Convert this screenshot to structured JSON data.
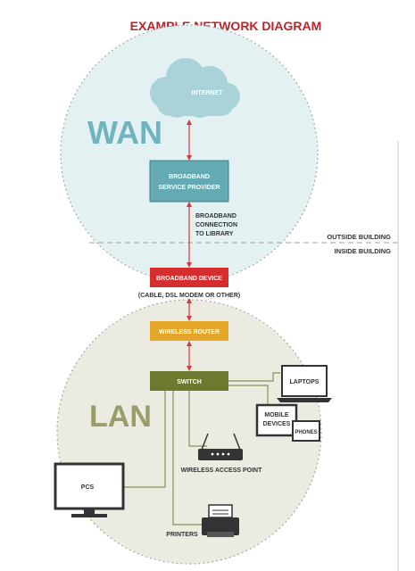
{
  "title": "EXAMPLE NETWORK DIAGRAM",
  "wan": {
    "label": "WAN"
  },
  "lan": {
    "label": "LAN"
  },
  "nodes": {
    "internet": "INTERNET",
    "isp_line1": "BROADBAND",
    "isp_line2": "SERVICE PROVIDER",
    "connection_line1": "BROADBAND",
    "connection_line2": "CONNECTION",
    "connection_line3": "TO LIBRARY",
    "broadband_device": "BROADBAND DEVICE",
    "broadband_device_note": "(CABLE, DSL MODEM OR OTHER)",
    "wireless_router": "WIRELESS ROUTER",
    "switch": "SWITCH",
    "laptops": "LAPTOPS",
    "mobile_line1": "MOBILE",
    "mobile_line2": "DEVICES",
    "phones": "PHONES",
    "access_point": "WIRELESS ACCESS POINT",
    "pcs": "PCS",
    "printers": "PRINTERS"
  },
  "boundary": {
    "outside": "OUTSIDE BUILDING",
    "inside": "INSIDE BUILDING"
  },
  "colors": {
    "title": "#b7262b",
    "wan_circle": "#e3f1f3",
    "lan_circle": "#ebebe1",
    "wan_text": "#6fb4bf",
    "lan_text": "#9a9d6a",
    "cloud": "#a9d3d8",
    "isp_box": "#63aab3",
    "broadband_device": "#d62e2f",
    "router": "#e5a72a",
    "switch": "#6b7a2f",
    "arrow": "#d13a3a"
  }
}
